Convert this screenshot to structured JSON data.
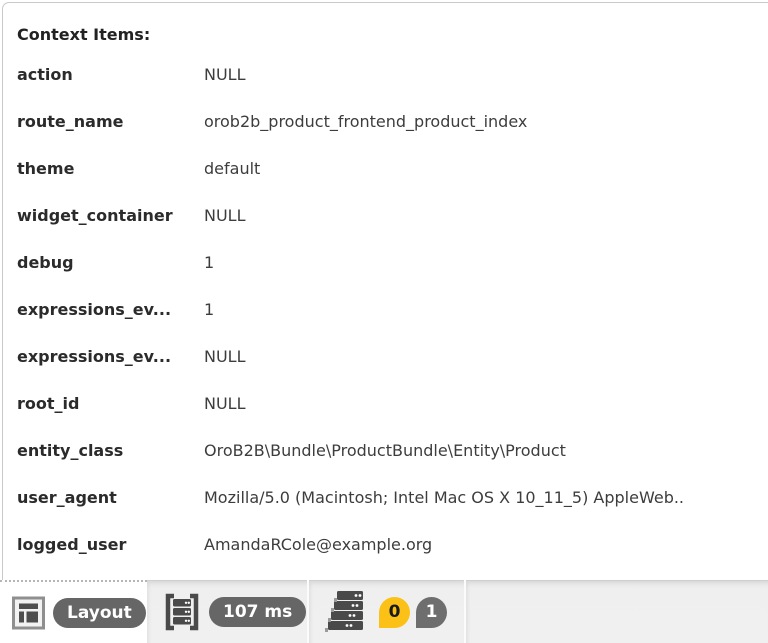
{
  "panel": {
    "title": "Context Items:",
    "items": [
      {
        "label": "action",
        "value": "NULL"
      },
      {
        "label": "route_name",
        "value": "orob2b_product_frontend_product_index"
      },
      {
        "label": "theme",
        "value": "default"
      },
      {
        "label": "widget_container",
        "value": "NULL"
      },
      {
        "label": "debug",
        "value": "1"
      },
      {
        "label": "expressions_ev...",
        "value": "1"
      },
      {
        "label": "expressions_ev...",
        "value": "NULL"
      },
      {
        "label": "root_id",
        "value": "NULL"
      },
      {
        "label": "entity_class",
        "value": "OroB2B\\Bundle\\ProductBundle\\Entity\\Product"
      },
      {
        "label": "user_agent",
        "value": "Mozilla/5.0 (Macintosh; Intel Mac OS X 10_11_5) AppleWeb.."
      },
      {
        "label": "logged_user",
        "value": "AmandaRCole@example.org"
      }
    ]
  },
  "toolbar": {
    "layout_tab": {
      "label": "Layout",
      "icon": "layout-icon"
    },
    "time_tab": {
      "label": "107 ms",
      "icon": "stack-brackets-icon"
    },
    "server_tab": {
      "icon": "server-stack-icon",
      "badges": [
        {
          "text": "0",
          "color": "#fbc117"
        },
        {
          "text": "1",
          "color": "#6e6e6e"
        }
      ]
    }
  },
  "colors": {
    "badge_yellow": "#fbc117",
    "badge_gray": "#6e6e6e",
    "pill_gray": "#666666",
    "panel_border": "#c9c9c9",
    "toolbar_bg": "#efefef"
  }
}
